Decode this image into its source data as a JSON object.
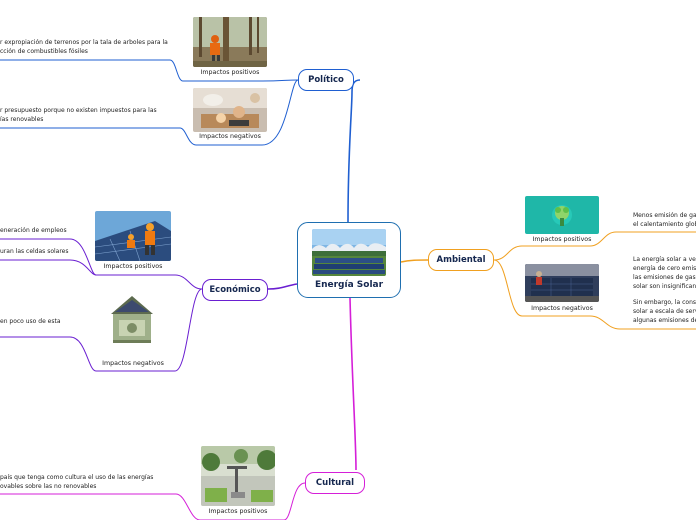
{
  "central": {
    "title": "Energía Solar"
  },
  "politico": {
    "label": "Político",
    "color": "#1f5fd1",
    "positive_caption": "Impactos positivos",
    "negative_caption": "Impactos negativos",
    "positive_text": [
      "r expropiación de terrenos por la tala de arboles para la",
      "cción de combustibles fósiles"
    ],
    "negative_text": [
      "r presupuesto porque no existen impuestos para las",
      "ías renovables"
    ]
  },
  "economico": {
    "label": "Económico",
    "color": "#6a1fd1",
    "positive_caption": "Impactos positivos",
    "negative_caption": "Impactos negativos",
    "positive_text_1": "eneración de empleos",
    "positive_text_2": "uran las celdas solares",
    "negative_text": "en poco uso de esta"
  },
  "cultural": {
    "label": "Cultural",
    "color": "#d51fd8",
    "positive_caption": "Impactos positivos",
    "positive_text": [
      "país que tenga como cultura el uso de las energías",
      "ovables sobre las no renovables"
    ]
  },
  "ambiental": {
    "label": "Ambiental",
    "color": "#f0a020",
    "positive_caption": "Impactos positivos",
    "negative_caption": "Impactos negativos",
    "positive_text": [
      "Menos emisión de gase",
      "el calentamiento global"
    ],
    "negative_text": [
      "La energía solar a vece",
      "energía de cero emisió",
      "las emisiones de gases",
      "solar son insignificante",
      "",
      "Sin embargo, la constr",
      "solar a escala de servi",
      "algunas emisiones de c"
    ]
  }
}
